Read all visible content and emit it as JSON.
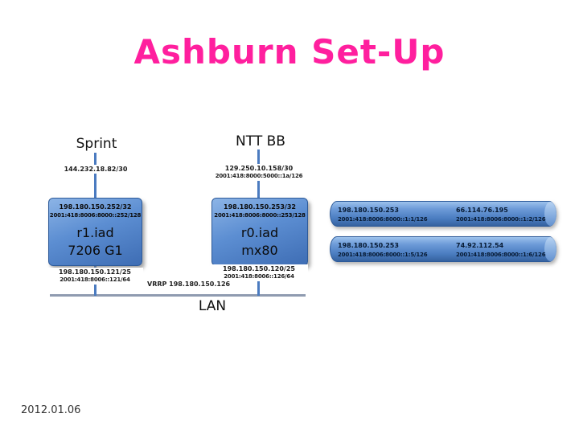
{
  "title": "Ashburn Set-Up",
  "date": "2012.01.06",
  "colors": {
    "title_pink": "#ff1f9e",
    "connector_blue": "#4b7bc0",
    "box_blue": "#5c8ed2",
    "lan_line_gray": "#8f9bb0"
  },
  "uplinks": {
    "sprint": {
      "label": "Sprint",
      "ipv4": "144.232.18.82/30"
    },
    "ntt": {
      "label": "NTT BB",
      "ipv4": "129.250.10.158/30",
      "ipv6": "2001:418:8000:5000::1a/126"
    }
  },
  "routers": {
    "r1": {
      "loopback_v4": "198.180.150.252/32",
      "loopback_v6": "2001:418:8006:8000::252/128",
      "hostname": "r1.iad",
      "model": "7206 G1",
      "lan_v4": "198.180.150.121/25",
      "lan_v6": "2001:418:8006::121/64"
    },
    "r0": {
      "loopback_v4": "198.180.150.253/32",
      "loopback_v6": "2001:418:8006:8000::253/128",
      "hostname": "r0.iad",
      "model": "mx80",
      "lan_v4": "198.180.150.120/25",
      "lan_v6": "2001:418:8006::126/64"
    }
  },
  "lan": {
    "label": "LAN",
    "vrrp": "VRRP 198.180.150.126"
  },
  "tunnels": [
    {
      "local_v4": "198.180.150.253",
      "local_v6": "2001:418:8006:8000::1:1/126",
      "remote_v4": "66.114.76.195",
      "remote_v6": "2001:418:8006:8000::1:2/126"
    },
    {
      "local_v4": "198.180.150.253",
      "local_v6": "2001:418:8006:8000::1:5/126",
      "remote_v4": "74.92.112.54",
      "remote_v6": "2001:418:8006:8000::1:6/126"
    }
  ]
}
